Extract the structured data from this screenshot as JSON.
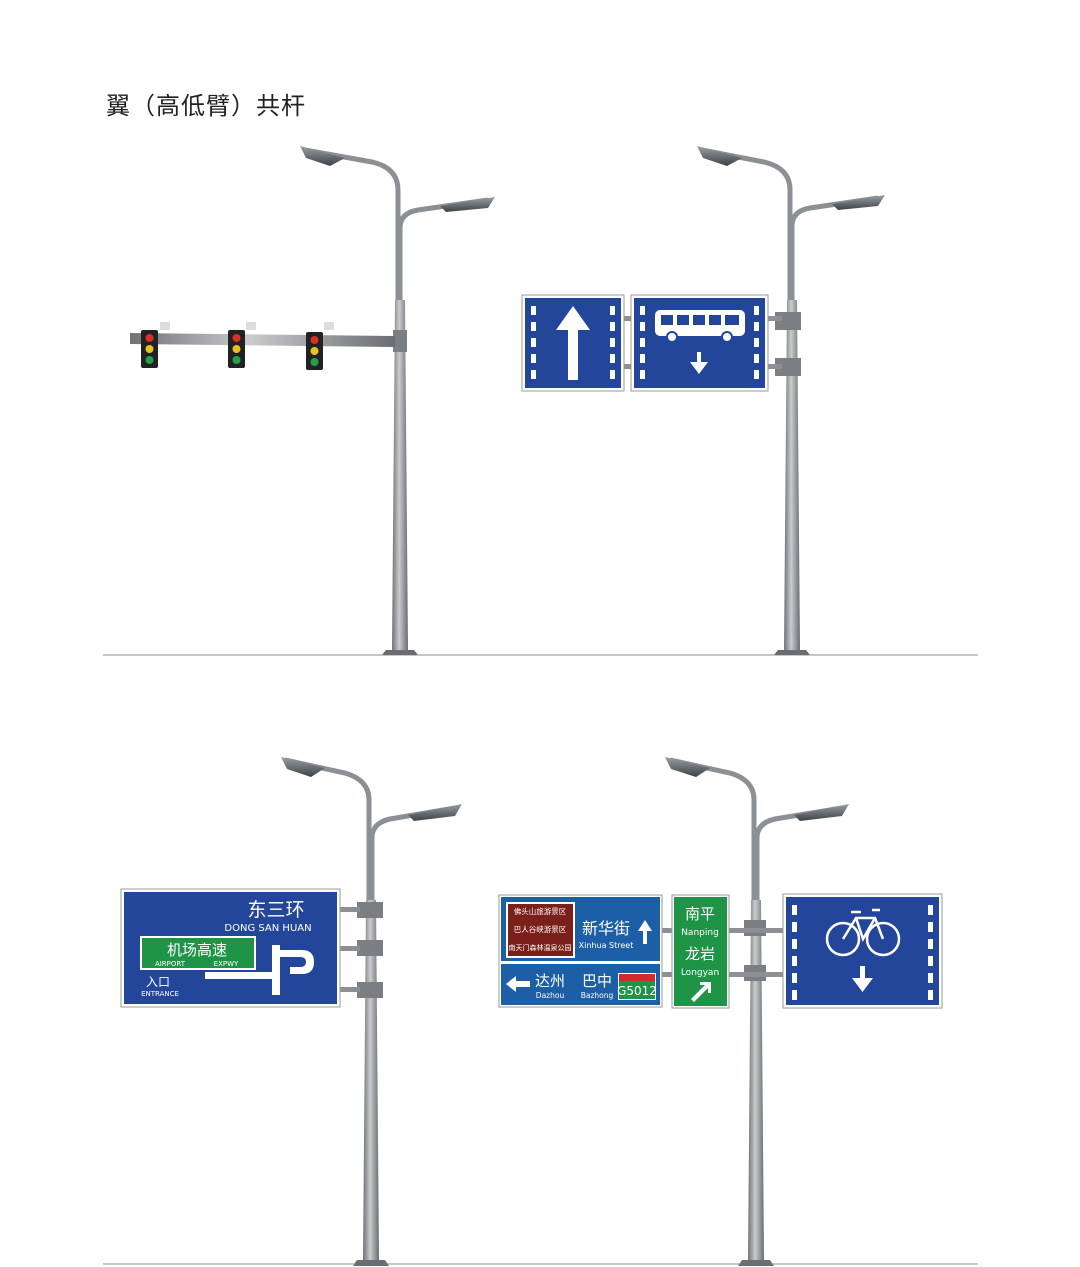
{
  "title": "翼（高低臂）共杆",
  "colors": {
    "sign_blue": "#23469a",
    "sign_green": "#1f9447",
    "sign_brown": "#7a1f1a",
    "pole": "#8c8f93",
    "ground": "#b5b5b5"
  },
  "panel3": {
    "main_cn": "东三环",
    "main_en": "DONG SAN HUAN",
    "green_cn": "机场高速",
    "green_en_1": "AIRPORT",
    "green_en_2": "EXPWY",
    "entrance_cn": "入口",
    "entrance_en": "ENTRANCE"
  },
  "panel4": {
    "brown_1": "佛头山旅游景区",
    "brown_2": "巴人谷峡游景区",
    "brown_3": "南天门森林温泉公园",
    "xinhua_cn": "新华街",
    "xinhua_en": "Xinhua Street",
    "dazhou_cn": "达州",
    "dazhou_en": "Dazhou",
    "bazhong_cn": "巴中",
    "bazhong_en": "Bazhong",
    "route": "G5012",
    "nanping_cn": "南平",
    "nanping_en": "Nanping",
    "longyan_cn": "龙岩",
    "longyan_en": "Longyan"
  },
  "icons": [
    "traffic-light-icon",
    "up-arrow-icon",
    "bus-icon",
    "down-arrow-icon",
    "bicycle-icon",
    "left-arrow-icon"
  ]
}
